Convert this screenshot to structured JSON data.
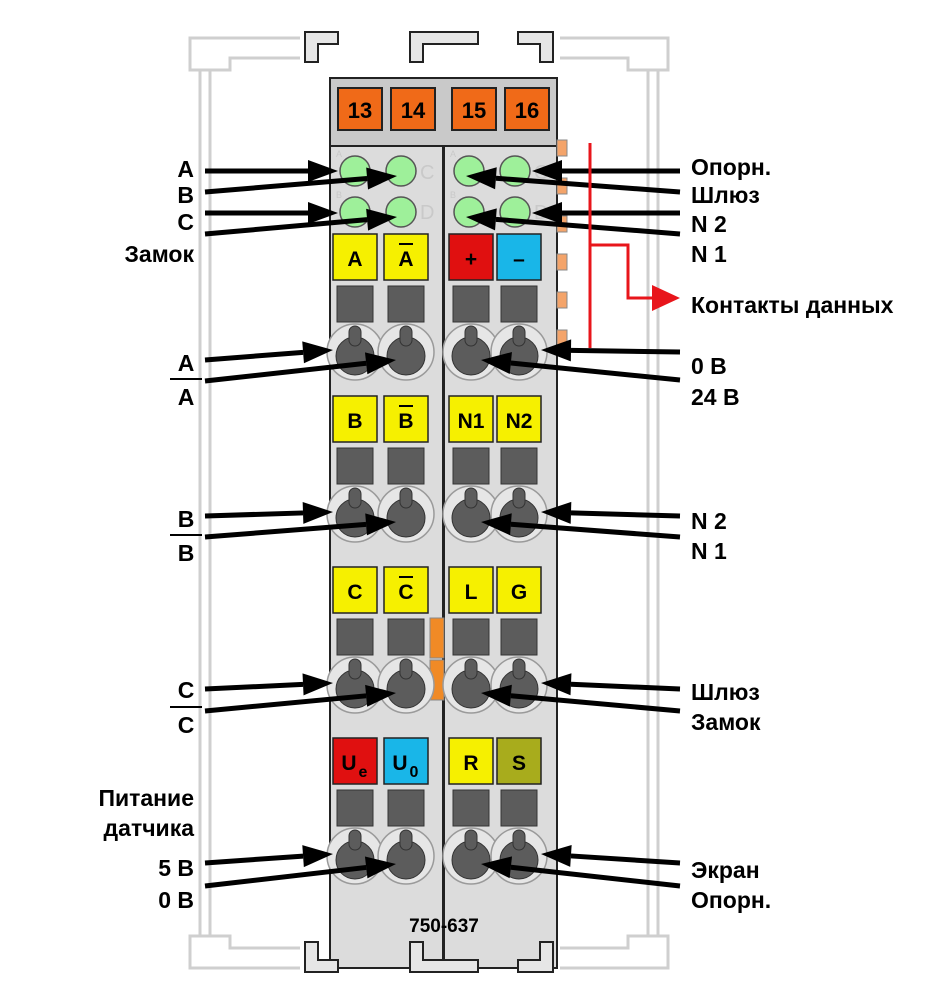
{
  "module_id": "750-637",
  "top_terminals": [
    "13",
    "14",
    "15",
    "16"
  ],
  "led_ghost_letters": [
    "A",
    "C",
    "B",
    "D",
    "A",
    "C",
    "B",
    "D"
  ],
  "pin_labels": {
    "row1": [
      {
        "text": "A",
        "over": false,
        "color": "#f6f000"
      },
      {
        "text": "A",
        "over": true,
        "color": "#f6f000"
      },
      {
        "text": "+",
        "over": false,
        "color": "#e01010"
      },
      {
        "text": "–",
        "over": false,
        "color": "#19b6e8"
      }
    ],
    "row2": [
      {
        "text": "B",
        "over": false,
        "color": "#f6f000"
      },
      {
        "text": "B",
        "over": true,
        "color": "#f6f000"
      },
      {
        "text": "N1",
        "over": false,
        "color": "#f6f000"
      },
      {
        "text": "N2",
        "over": false,
        "color": "#f6f000"
      }
    ],
    "row3": [
      {
        "text": "C",
        "over": false,
        "color": "#f6f000"
      },
      {
        "text": "C",
        "over": true,
        "color": "#f6f000"
      },
      {
        "text": "L",
        "over": false,
        "color": "#f6f000"
      },
      {
        "text": "G",
        "over": false,
        "color": "#f6f000"
      }
    ],
    "row4": [
      {
        "text": "U",
        "sub": "e",
        "color": "#e01010"
      },
      {
        "text": "U",
        "sub": "0",
        "color": "#19b6e8"
      },
      {
        "text": "R",
        "color": "#f6f000"
      },
      {
        "text": "S",
        "color": "#a8ac1c"
      }
    ]
  },
  "left_labels": {
    "led_a": "A",
    "led_b": "B",
    "led_c": "C",
    "zamok": "Замок",
    "a_num": "A",
    "a_den": "A",
    "b_num": "B",
    "b_den": "B",
    "c_num": "C",
    "c_den": "C",
    "sensor_power_1": "Питание",
    "sensor_power_2": "датчика",
    "v5": "5 В",
    "v0": "0 В"
  },
  "right_labels": {
    "opor1": "Опорн.",
    "shluz1": "Шлюз",
    "n2a": "N 2",
    "n1a": "N 1",
    "data_contacts": "Контакты данных",
    "v0": "0 В",
    "v24": "24 В",
    "n2b": "N 2",
    "n1b": "N 1",
    "shluz2": "Шлюз",
    "zamok": "Замок",
    "ekran": "Экран",
    "opor2": "Опорн."
  },
  "colors": {
    "module_body": "#dedede",
    "terminal_orange": "#f06a18",
    "led_green": "#9ef09a",
    "data_contact_line": "#e8151b",
    "clamp_gray": "#5c5c5c"
  }
}
